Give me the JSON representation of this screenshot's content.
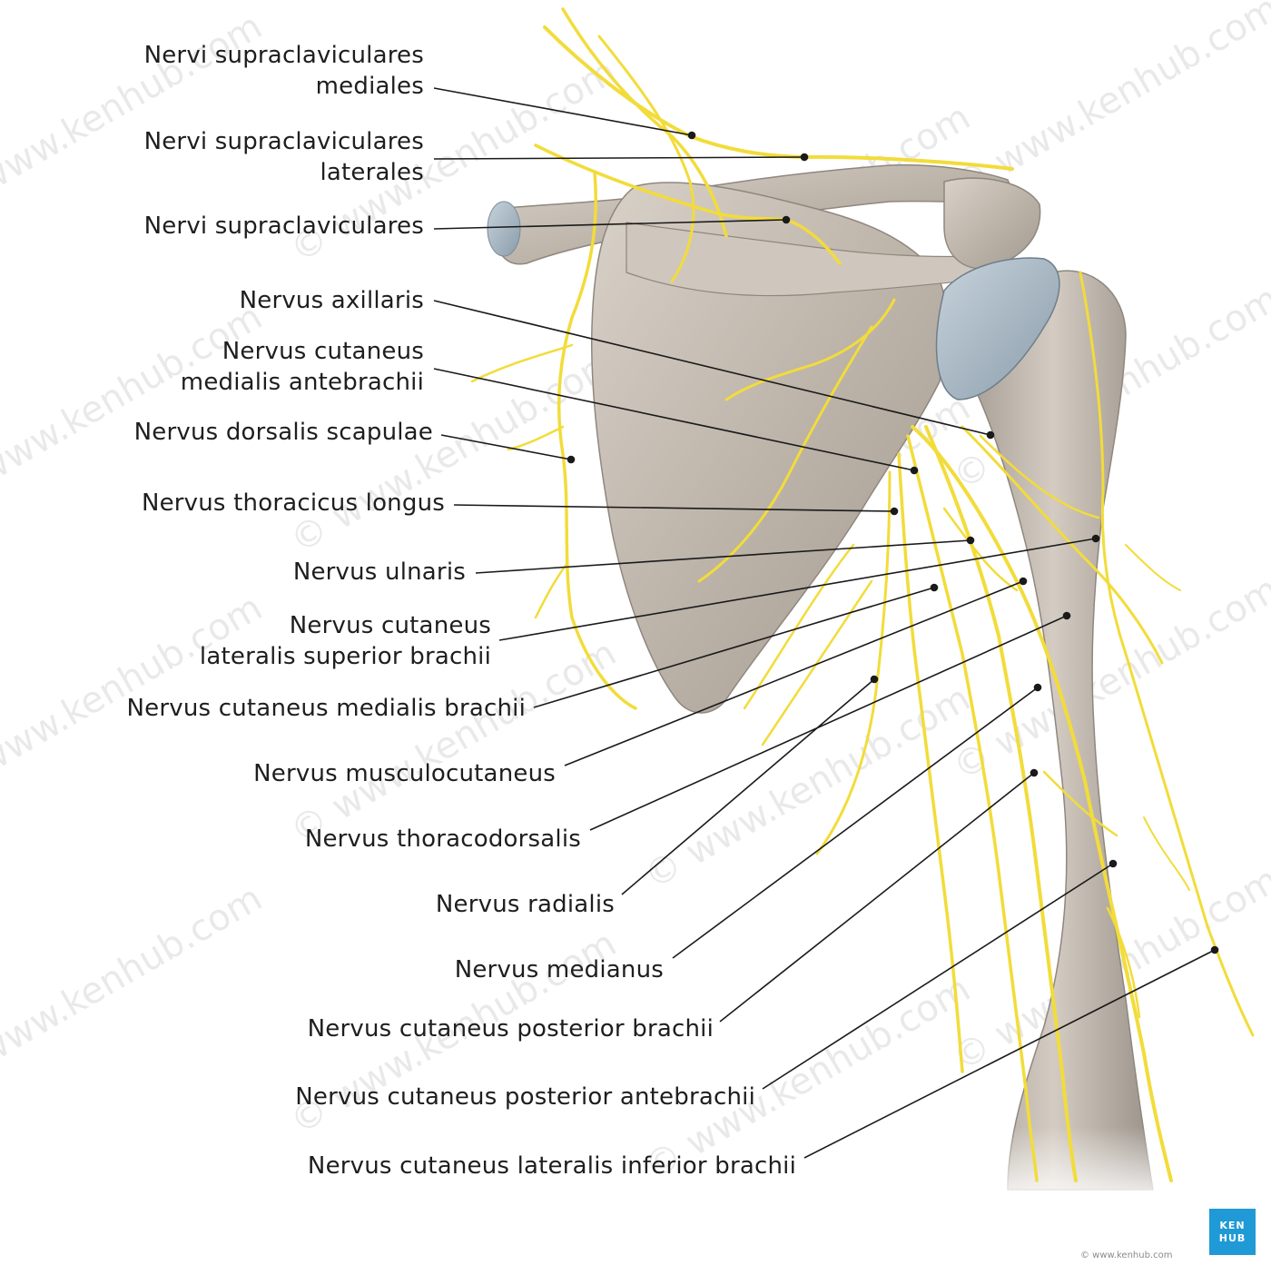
{
  "labels": {
    "l1a": "Nervi supraclaviculares",
    "l1b": "mediales",
    "l2a": "Nervi supraclaviculares",
    "l2b": "laterales",
    "l3": "Nervi supraclaviculares",
    "l4": "Nervus axillaris",
    "l5a": "Nervus cutaneus",
    "l5b": "medialis antebrachii",
    "l6": "Nervus dorsalis scapulae",
    "l7": "Nervus thoracicus longus",
    "l8": "Nervus ulnaris",
    "l9a": "Nervus cutaneus",
    "l9b": "lateralis superior brachii",
    "l10": "Nervus cutaneus medialis brachii",
    "l11": "Nervus musculocutaneus",
    "l12": "Nervus thoracodorsalis",
    "l13": "Nervus radialis",
    "l14": "Nervus medianus",
    "l15": "Nervus cutaneus posterior brachii",
    "l16": "Nervus cutaneus posterior antebrachii",
    "l17": "Nervus cutaneus lateralis inferior brachii"
  },
  "watermark": "© www.kenhub.com",
  "logo": {
    "line1": "KEN",
    "line2": "HUB"
  },
  "credit": "© www.kenhub.com",
  "colors": {
    "nerve": "#f2dc3a",
    "bone": "#c8c0b6",
    "cartilage": "#a9b8c4",
    "leader": "#1a1a1a"
  }
}
